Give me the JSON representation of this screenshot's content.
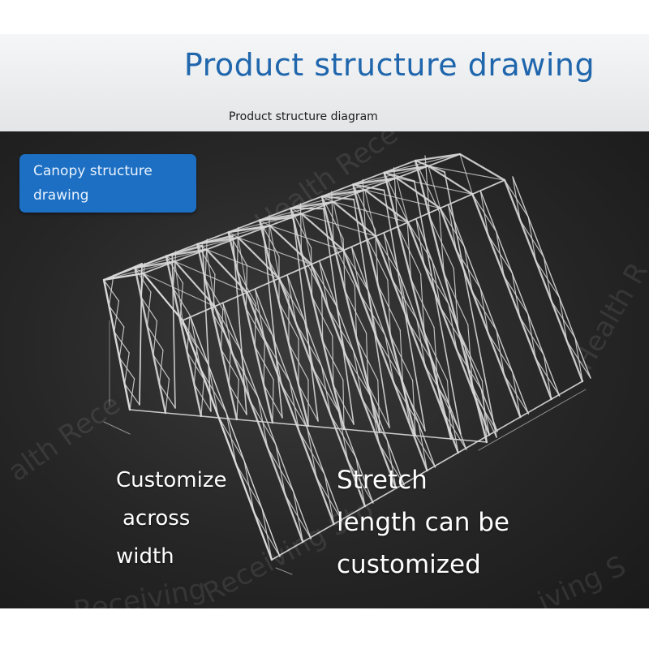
{
  "header": {
    "title": "Product structure drawing",
    "subtitle": "Product structure diagram"
  },
  "badge": {
    "text": "Canopy structure drawing"
  },
  "captions": {
    "width_line1": "Customize",
    "width_line2": "across",
    "width_line3": "width",
    "length_line1": "Stretch",
    "length_line2": "length can be",
    "length_line3": "customized"
  },
  "watermarks": {
    "text1": "Health Rece",
    "text2": "alth Rece",
    "text3": "Receiving Sto",
    "text4": "Health R",
    "text5": "Receiving",
    "text6": "iving S"
  },
  "colors": {
    "title": "#1f66ad",
    "badge": "#1c6fc2",
    "background": "#262626",
    "frame": "#d9d9d9"
  }
}
